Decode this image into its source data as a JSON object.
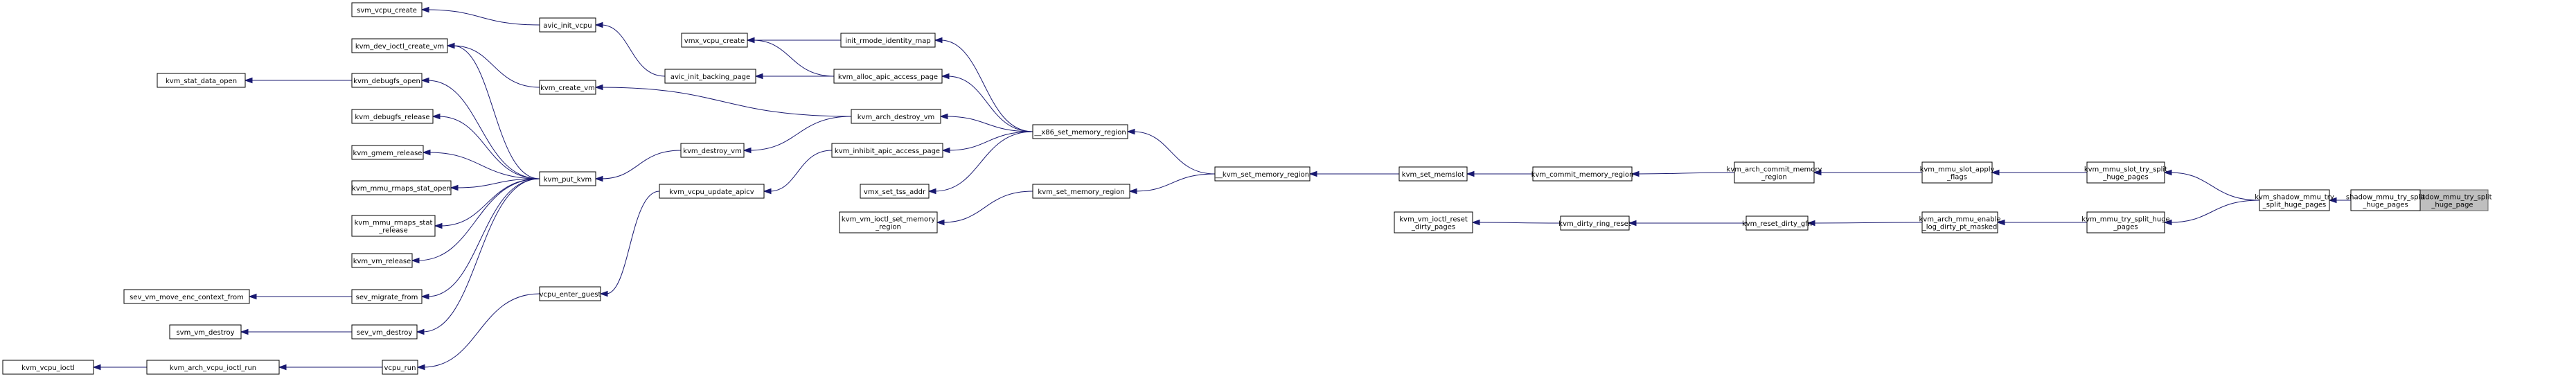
{
  "graph": {
    "nodes": [
      {
        "id": "shadow_mmu_try_split_huge_page",
        "lines": [
          "shadow_mmu_try_split",
          "_huge_page"
        ],
        "root": true
      },
      {
        "id": "shadow_mmu_try_split_huge_pages",
        "lines": [
          "shadow_mmu_try_split",
          "_huge_pages"
        ]
      },
      {
        "id": "kvm_shadow_mmu_try_split_huge_pages",
        "lines": [
          "kvm_shadow_mmu_try",
          "_split_huge_pages"
        ]
      },
      {
        "id": "kvm_mmu_slot_try_split_huge_pages",
        "lines": [
          "kvm_mmu_slot_try_split",
          "_huge_pages"
        ]
      },
      {
        "id": "kvm_mmu_try_split_huge_pages",
        "lines": [
          "kvm_mmu_try_split_huge",
          "_pages"
        ]
      },
      {
        "id": "kvm_mmu_slot_apply_flags",
        "lines": [
          "kvm_mmu_slot_apply",
          "_flags"
        ]
      },
      {
        "id": "kvm_arch_mmu_enable_log_dirty_pt_masked",
        "lines": [
          "kvm_arch_mmu_enable",
          "_log_dirty_pt_masked"
        ]
      },
      {
        "id": "kvm_arch_commit_memory_region",
        "lines": [
          "kvm_arch_commit_memory",
          "_region"
        ]
      },
      {
        "id": "kvm_reset_dirty_gfn",
        "lines": [
          "kvm_reset_dirty_gfn"
        ]
      },
      {
        "id": "kvm_commit_memory_region",
        "lines": [
          "kvm_commit_memory_region"
        ]
      },
      {
        "id": "kvm_dirty_ring_reset",
        "lines": [
          "kvm_dirty_ring_reset"
        ]
      },
      {
        "id": "kvm_set_memslot",
        "lines": [
          "kvm_set_memslot"
        ]
      },
      {
        "id": "kvm_vm_ioctl_reset_dirty_pages",
        "lines": [
          "kvm_vm_ioctl_reset",
          "_dirty_pages"
        ]
      },
      {
        "id": "__kvm_set_memory_region",
        "lines": [
          "__kvm_set_memory_region"
        ]
      },
      {
        "id": "__x86_set_memory_region",
        "lines": [
          "__x86_set_memory_region"
        ]
      },
      {
        "id": "kvm_set_memory_region",
        "lines": [
          "kvm_set_memory_region"
        ]
      },
      {
        "id": "init_rmode_identity_map",
        "lines": [
          "init_rmode_identity_map"
        ]
      },
      {
        "id": "kvm_alloc_apic_access_page",
        "lines": [
          "kvm_alloc_apic_access_page"
        ]
      },
      {
        "id": "kvm_arch_destroy_vm",
        "lines": [
          "kvm_arch_destroy_vm"
        ]
      },
      {
        "id": "kvm_inhibit_apic_access_page",
        "lines": [
          "kvm_inhibit_apic_access_page"
        ]
      },
      {
        "id": "vmx_set_tss_addr",
        "lines": [
          "vmx_set_tss_addr"
        ]
      },
      {
        "id": "kvm_vm_ioctl_set_memory_region",
        "lines": [
          "kvm_vm_ioctl_set_memory",
          "_region"
        ]
      },
      {
        "id": "vmx_vcpu_create",
        "lines": [
          "vmx_vcpu_create"
        ]
      },
      {
        "id": "avic_init_backing_page",
        "lines": [
          "avic_init_backing_page"
        ]
      },
      {
        "id": "kvm_create_vm",
        "lines": [
          "kvm_create_vm"
        ]
      },
      {
        "id": "kvm_destroy_vm",
        "lines": [
          "kvm_destroy_vm"
        ]
      },
      {
        "id": "kvm_vcpu_update_apicv",
        "lines": [
          "kvm_vcpu_update_apicv"
        ]
      },
      {
        "id": "avic_init_vcpu",
        "lines": [
          "avic_init_vcpu"
        ]
      },
      {
        "id": "kvm_put_kvm",
        "lines": [
          "kvm_put_kvm"
        ]
      },
      {
        "id": "vcpu_enter_guest",
        "lines": [
          "vcpu_enter_guest"
        ]
      },
      {
        "id": "svm_vcpu_create",
        "lines": [
          "svm_vcpu_create"
        ]
      },
      {
        "id": "kvm_dev_ioctl_create_vm",
        "lines": [
          "kvm_dev_ioctl_create_vm"
        ]
      },
      {
        "id": "kvm_debugfs_open",
        "lines": [
          "kvm_debugfs_open"
        ]
      },
      {
        "id": "kvm_debugfs_release",
        "lines": [
          "kvm_debugfs_release"
        ]
      },
      {
        "id": "kvm_gmem_release",
        "lines": [
          "kvm_gmem_release"
        ]
      },
      {
        "id": "kvm_mmu_rmaps_stat_open",
        "lines": [
          "kvm_mmu_rmaps_stat_open"
        ]
      },
      {
        "id": "kvm_mmu_rmaps_stat_release",
        "lines": [
          "kvm_mmu_rmaps_stat",
          "_release"
        ]
      },
      {
        "id": "kvm_vm_release",
        "lines": [
          "kvm_vm_release"
        ]
      },
      {
        "id": "sev_migrate_from",
        "lines": [
          "sev_migrate_from"
        ]
      },
      {
        "id": "sev_vm_destroy",
        "lines": [
          "sev_vm_destroy"
        ]
      },
      {
        "id": "vcpu_run",
        "lines": [
          "vcpu_run"
        ]
      },
      {
        "id": "kvm_stat_data_open",
        "lines": [
          "kvm_stat_data_open"
        ]
      },
      {
        "id": "sev_vm_move_enc_context_from",
        "lines": [
          "sev_vm_move_enc_context_from"
        ]
      },
      {
        "id": "svm_vm_destroy",
        "lines": [
          "svm_vm_destroy"
        ]
      },
      {
        "id": "kvm_arch_vcpu_ioctl_run",
        "lines": [
          "kvm_arch_vcpu_ioctl_run"
        ]
      },
      {
        "id": "kvm_vcpu_ioctl",
        "lines": [
          "kvm_vcpu_ioctl"
        ]
      }
    ],
    "edges": [
      [
        "shadow_mmu_try_split_huge_pages",
        "shadow_mmu_try_split_huge_page"
      ],
      [
        "kvm_shadow_mmu_try_split_huge_pages",
        "shadow_mmu_try_split_huge_pages"
      ],
      [
        "kvm_mmu_slot_try_split_huge_pages",
        "kvm_shadow_mmu_try_split_huge_pages"
      ],
      [
        "kvm_mmu_try_split_huge_pages",
        "kvm_shadow_mmu_try_split_huge_pages"
      ],
      [
        "kvm_mmu_slot_apply_flags",
        "kvm_mmu_slot_try_split_huge_pages"
      ],
      [
        "kvm_arch_mmu_enable_log_dirty_pt_masked",
        "kvm_mmu_try_split_huge_pages"
      ],
      [
        "kvm_arch_commit_memory_region",
        "kvm_mmu_slot_apply_flags"
      ],
      [
        "kvm_reset_dirty_gfn",
        "kvm_arch_mmu_enable_log_dirty_pt_masked"
      ],
      [
        "kvm_commit_memory_region",
        "kvm_arch_commit_memory_region"
      ],
      [
        "kvm_dirty_ring_reset",
        "kvm_reset_dirty_gfn"
      ],
      [
        "kvm_set_memslot",
        "kvm_commit_memory_region"
      ],
      [
        "kvm_vm_ioctl_reset_dirty_pages",
        "kvm_dirty_ring_reset"
      ],
      [
        "__kvm_set_memory_region",
        "kvm_set_memslot"
      ],
      [
        "__x86_set_memory_region",
        "__kvm_set_memory_region"
      ],
      [
        "kvm_set_memory_region",
        "__kvm_set_memory_region"
      ],
      [
        "init_rmode_identity_map",
        "__x86_set_memory_region"
      ],
      [
        "kvm_alloc_apic_access_page",
        "__x86_set_memory_region"
      ],
      [
        "kvm_arch_destroy_vm",
        "__x86_set_memory_region"
      ],
      [
        "kvm_inhibit_apic_access_page",
        "__x86_set_memory_region"
      ],
      [
        "vmx_set_tss_addr",
        "__x86_set_memory_region"
      ],
      [
        "kvm_vm_ioctl_set_memory_region",
        "kvm_set_memory_region"
      ],
      [
        "vmx_vcpu_create",
        "init_rmode_identity_map"
      ],
      [
        "vmx_vcpu_create",
        "kvm_alloc_apic_access_page"
      ],
      [
        "avic_init_backing_page",
        "kvm_alloc_apic_access_page"
      ],
      [
        "kvm_create_vm",
        "kvm_arch_destroy_vm"
      ],
      [
        "kvm_destroy_vm",
        "kvm_arch_destroy_vm"
      ],
      [
        "kvm_vcpu_update_apicv",
        "kvm_inhibit_apic_access_page"
      ],
      [
        "avic_init_vcpu",
        "avic_init_backing_page"
      ],
      [
        "kvm_put_kvm",
        "kvm_destroy_vm"
      ],
      [
        "vcpu_enter_guest",
        "kvm_vcpu_update_apicv"
      ],
      [
        "svm_vcpu_create",
        "avic_init_vcpu"
      ],
      [
        "kvm_dev_ioctl_create_vm",
        "kvm_create_vm"
      ],
      [
        "kvm_dev_ioctl_create_vm",
        "kvm_put_kvm"
      ],
      [
        "kvm_debugfs_open",
        "kvm_put_kvm"
      ],
      [
        "kvm_debugfs_release",
        "kvm_put_kvm"
      ],
      [
        "kvm_gmem_release",
        "kvm_put_kvm"
      ],
      [
        "kvm_mmu_rmaps_stat_open",
        "kvm_put_kvm"
      ],
      [
        "kvm_mmu_rmaps_stat_release",
        "kvm_put_kvm"
      ],
      [
        "kvm_vm_release",
        "kvm_put_kvm"
      ],
      [
        "sev_migrate_from",
        "kvm_put_kvm"
      ],
      [
        "sev_vm_destroy",
        "kvm_put_kvm"
      ],
      [
        "vcpu_run",
        "vcpu_enter_guest"
      ],
      [
        "kvm_stat_data_open",
        "kvm_debugfs_open"
      ],
      [
        "sev_vm_move_enc_context_from",
        "sev_migrate_from"
      ],
      [
        "svm_vm_destroy",
        "sev_vm_destroy"
      ],
      [
        "kvm_arch_vcpu_ioctl_run",
        "vcpu_run"
      ],
      [
        "kvm_vcpu_ioctl",
        "kvm_arch_vcpu_ioctl_run"
      ]
    ]
  }
}
